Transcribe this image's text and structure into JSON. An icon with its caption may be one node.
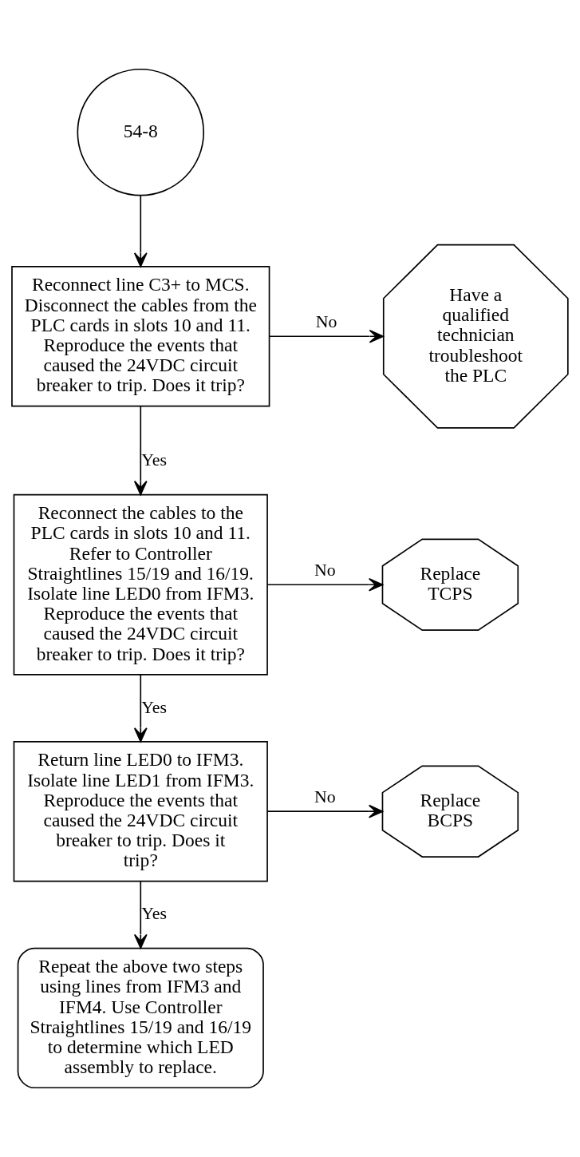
{
  "diagram": {
    "nodes": [
      {
        "text": [
          "54-8"
        ]
      },
      {
        "text": [
          "Reconnect line C3+ to MCS. Disconnect the cables from the PLC cards in slots 10 and 11. Reproduce the events that caused the 24VDC circuit breaker to trip. Does it trip?"
        ]
      },
      {
        "text": [
          "Have a qualified technician troubleshoot the PLC"
        ]
      },
      {
        "text": [
          "Reconnect the cables to the PLC cards in slots 10 and 11. Refer to Controller Straightlines 15/19 and 16/19. Isolate line LED0 from IFM3. Reproduce the events that caused the 24VDC circuit breaker to trip. Does it trip?"
        ]
      },
      {
        "text": [
          "Replace TCPS"
        ]
      },
      {
        "text": [
          "Return line LED0 to IFM3. Isolate line LED1 from IFM3. Reproduce the events that caused the 24VDC circuit breaker to trip. Does it trip?"
        ]
      },
      {
        "text": [
          "Replace BCPS"
        ]
      },
      {
        "text": [
          "Repeat the above two steps using lines from IFM3 and IFM4. Use Controller Straightlines 15/19 and 16/19 to determine which LED assembly to replace."
        ]
      }
    ],
    "edges": [
      {
        "from": 0,
        "to": 1,
        "arrow": "to"
      },
      {
        "from": 1,
        "to": 2,
        "arrow": "to",
        "label": "No"
      },
      {
        "from": 1,
        "to": 3,
        "arrow": "to",
        "label": "Yes"
      },
      {
        "from": 3,
        "to": 4,
        "arrow": "to",
        "label": "No"
      },
      {
        "from": 3,
        "to": 5,
        "arrow": "to",
        "label": "Yes"
      },
      {
        "from": 5,
        "to": 6,
        "arrow": "to",
        "label": "No"
      },
      {
        "from": 5,
        "to": 7,
        "arrow": "to",
        "label": "Yes"
      }
    ]
  }
}
